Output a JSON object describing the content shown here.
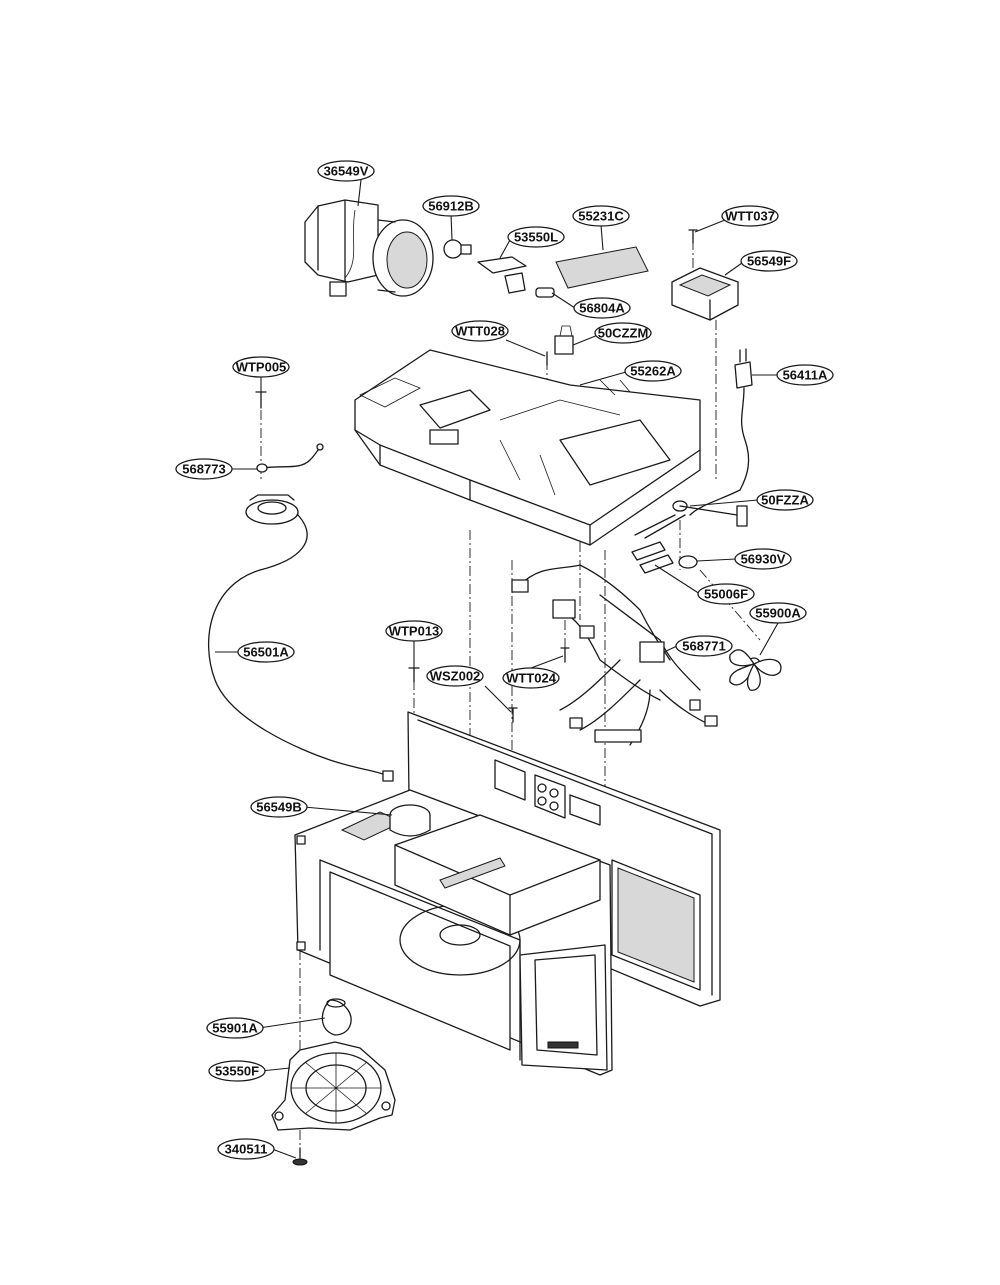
{
  "callouts": [
    {
      "id": "36549V",
      "label": "36549V"
    },
    {
      "id": "56912B",
      "label": "56912B"
    },
    {
      "id": "55231C",
      "label": "55231C"
    },
    {
      "id": "WTT037",
      "label": "WTT037"
    },
    {
      "id": "53550L",
      "label": "53550L"
    },
    {
      "id": "56549F",
      "label": "56549F"
    },
    {
      "id": "56804A",
      "label": "56804A"
    },
    {
      "id": "WTT028",
      "label": "WTT028"
    },
    {
      "id": "50CZZM",
      "label": "50CZZM"
    },
    {
      "id": "WTP005",
      "label": "WTP005"
    },
    {
      "id": "55262A",
      "label": "55262A"
    },
    {
      "id": "56411A",
      "label": "56411A"
    },
    {
      "id": "568773",
      "label": "568773"
    },
    {
      "id": "50FZZA",
      "label": "50FZZA"
    },
    {
      "id": "56930V",
      "label": "56930V"
    },
    {
      "id": "55006F",
      "label": "55006F"
    },
    {
      "id": "55900A",
      "label": "55900A"
    },
    {
      "id": "WTP013",
      "label": "WTP013"
    },
    {
      "id": "56501A",
      "label": "56501A"
    },
    {
      "id": "568771",
      "label": "568771"
    },
    {
      "id": "WSZ002",
      "label": "WSZ002"
    },
    {
      "id": "WTT024",
      "label": "WTT024"
    },
    {
      "id": "56549B",
      "label": "56549B"
    },
    {
      "id": "55901A",
      "label": "55901A"
    },
    {
      "id": "53550F",
      "label": "53550F"
    },
    {
      "id": "340511",
      "label": "340511"
    }
  ]
}
